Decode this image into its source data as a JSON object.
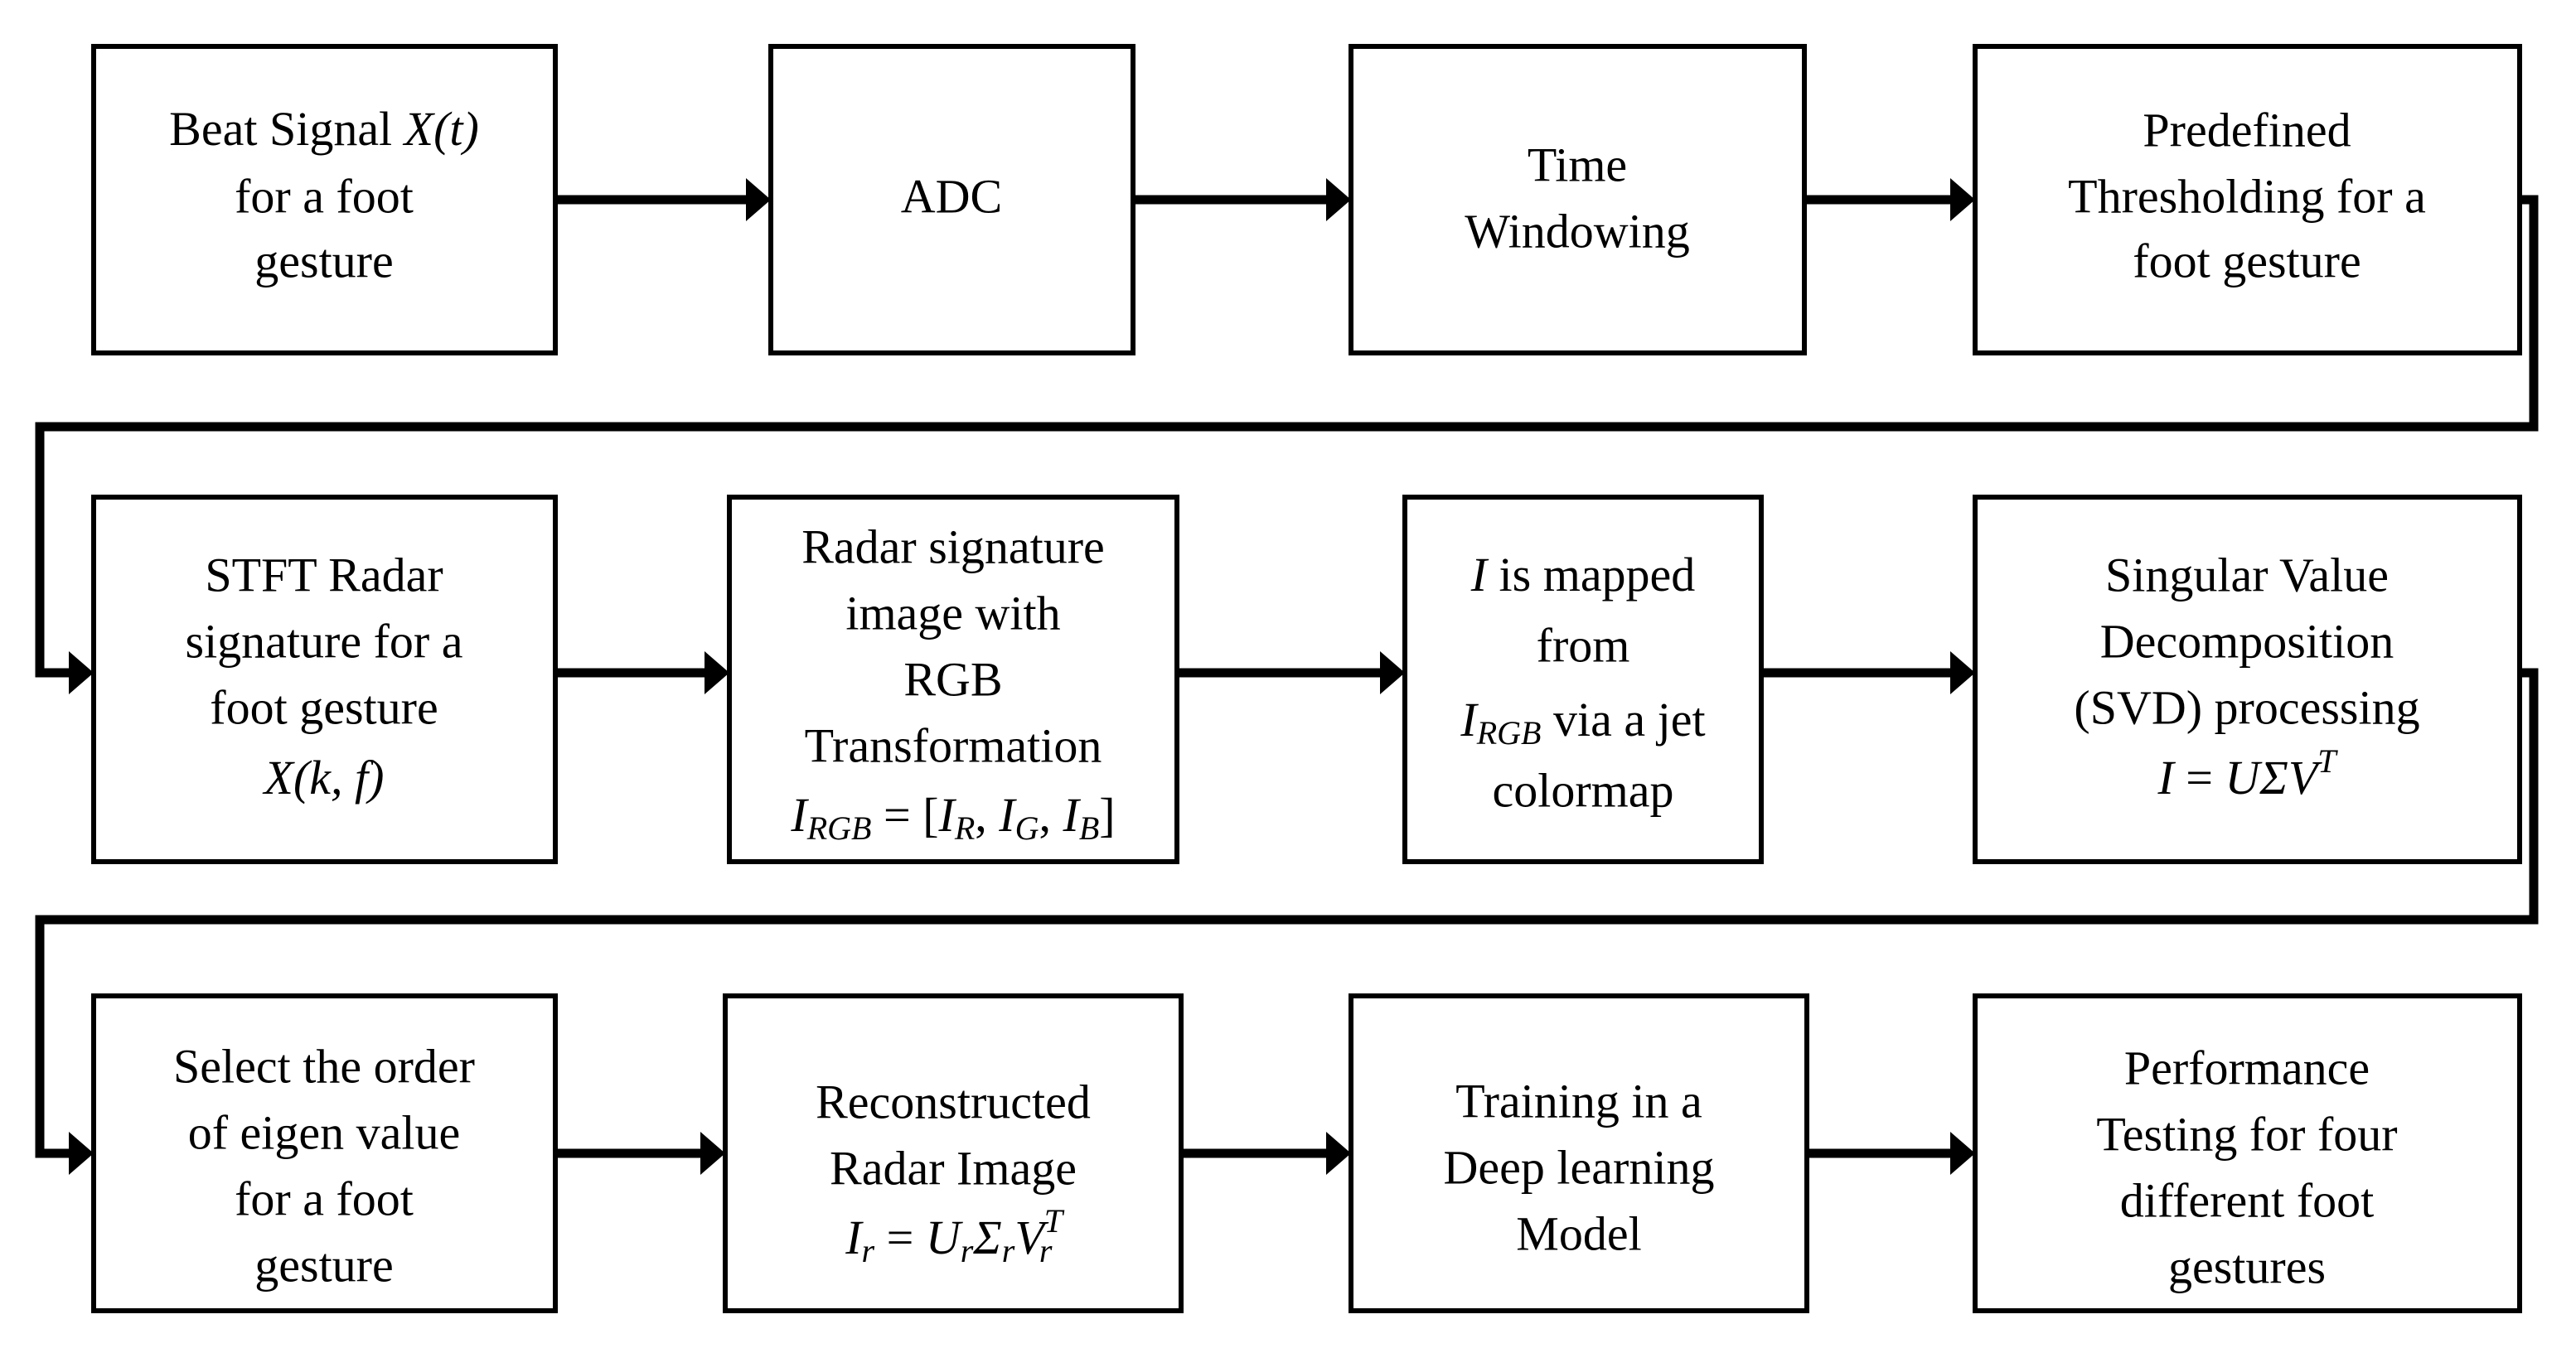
{
  "diagram": {
    "title": "Radar foot-gesture recognition processing pipeline",
    "type": "flowchart",
    "background_color": "#ffffff",
    "line_color": "#000000",
    "box_fill": "#ffffff",
    "rows": 3,
    "columns": 4,
    "nodes": [
      {
        "id": "beat-signal",
        "row": 1,
        "col": 1,
        "lines": [
          "Beat Signal X(t)",
          "for a foot",
          "gesture"
        ],
        "line1_pre": "Beat Signal ",
        "line1_math": "X(t)",
        "line2": "for a foot",
        "line3": "gesture"
      },
      {
        "id": "adc",
        "row": 1,
        "col": 2,
        "lines": [
          "ADC"
        ],
        "line1": "ADC"
      },
      {
        "id": "time-windowing",
        "row": 1,
        "col": 3,
        "lines": [
          "Time",
          "Windowing"
        ],
        "line1": "Time",
        "line2": "Windowing"
      },
      {
        "id": "predefined-thresholding",
        "row": 1,
        "col": 4,
        "lines": [
          "Predefined",
          "Thresholding for a",
          "foot gesture"
        ],
        "line1": "Predefined",
        "line2": "Thresholding for a",
        "line3": "foot gesture"
      },
      {
        "id": "stft-radar-signature",
        "row": 2,
        "col": 1,
        "lines": [
          "STFT Radar",
          "signature for a",
          "foot gesture",
          "X(k, f)"
        ],
        "line1": "STFT Radar",
        "line2": "signature for a",
        "line3": "foot gesture",
        "line4_math": "X(k, f)"
      },
      {
        "id": "rgb-transformation",
        "row": 2,
        "col": 2,
        "lines": [
          "Radar signature",
          "image with",
          "RGB",
          "Transformation",
          "I_RGB = [I_R, I_G, I_B]"
        ],
        "line1": "Radar signature",
        "line2": "image with",
        "line3": "RGB",
        "line4": "Transformation",
        "formula": {
          "lhs": "I",
          "lhs_sub": "RGB",
          "eq": " = [",
          "t1": "I",
          "t1_sub": "R",
          "c1": ", ",
          "t2": "I",
          "t2_sub": "G",
          "c2": ", ",
          "t3": "I",
          "t3_sub": "B",
          "close": "]"
        }
      },
      {
        "id": "jet-colormap-mapping",
        "row": 2,
        "col": 3,
        "lines": [
          "I  is mapped",
          "from",
          "I_RGB via a jet",
          "colormap"
        ],
        "line1_math": "I",
        "line1_rest": "  is mapped",
        "line2": "from",
        "line3_math": "I",
        "line3_sub": "RGB",
        "line3_rest": " via a jet",
        "line4": "colormap"
      },
      {
        "id": "svd-processing",
        "row": 2,
        "col": 4,
        "lines": [
          "Singular Value",
          "Decomposition",
          "(SVD) processing",
          "I = UΣV^T"
        ],
        "line1": "Singular Value",
        "line2": "Decomposition",
        "line3": "(SVD) processing",
        "formula": {
          "lhs": "I",
          "eq": " = ",
          "u": "U",
          "sigma": "Σ",
          "v": "V",
          "sup": "T"
        }
      },
      {
        "id": "select-eigen-order",
        "row": 3,
        "col": 1,
        "lines": [
          "Select the order",
          "of eigen value",
          "for a foot",
          "gesture"
        ],
        "line1": "Select the order",
        "line2": "of eigen value",
        "line3": "for a foot",
        "line4": "gesture"
      },
      {
        "id": "reconstructed-radar-image",
        "row": 3,
        "col": 2,
        "lines": [
          "Reconstructed",
          "Radar Image",
          "I_r = U_r Σ_r V_r^T"
        ],
        "line1": "Reconstructed",
        "line2": "Radar Image",
        "formula": {
          "lhs": "I",
          "lhs_sub": "r",
          "eq": " = ",
          "u": "U",
          "u_sub": "r",
          "sigma": "Σ",
          "sigma_sub": "r",
          "v": "V",
          "v_sub": "r",
          "v_sup": "T"
        }
      },
      {
        "id": "deep-learning-training",
        "row": 3,
        "col": 3,
        "lines": [
          "Training in a",
          "Deep learning",
          "Model"
        ],
        "line1": "Training in a",
        "line2": "Deep learning",
        "line3": "Model"
      },
      {
        "id": "performance-testing",
        "row": 3,
        "col": 4,
        "lines": [
          "Performance",
          "Testing for four",
          "different foot",
          "gestures"
        ],
        "line1": "Performance",
        "line2": "Testing for four",
        "line3": "different foot",
        "line4": "gestures"
      }
    ],
    "edges": [
      {
        "id": "e1",
        "from": "beat-signal",
        "to": "adc",
        "kind": "straight-right"
      },
      {
        "id": "e2",
        "from": "adc",
        "to": "time-windowing",
        "kind": "straight-right"
      },
      {
        "id": "e3",
        "from": "time-windowing",
        "to": "predefined-thresholding",
        "kind": "straight-right"
      },
      {
        "id": "e4",
        "from": "predefined-thresholding",
        "to": "stft-radar-signature",
        "kind": "wrap-down"
      },
      {
        "id": "e5",
        "from": "stft-radar-signature",
        "to": "rgb-transformation",
        "kind": "straight-right"
      },
      {
        "id": "e6",
        "from": "rgb-transformation",
        "to": "jet-colormap-mapping",
        "kind": "straight-right"
      },
      {
        "id": "e7",
        "from": "jet-colormap-mapping",
        "to": "svd-processing",
        "kind": "straight-right"
      },
      {
        "id": "e8",
        "from": "svd-processing",
        "to": "select-eigen-order",
        "kind": "wrap-down"
      },
      {
        "id": "e9",
        "from": "select-eigen-order",
        "to": "reconstructed-radar-image",
        "kind": "straight-right"
      },
      {
        "id": "e10",
        "from": "reconstructed-radar-image",
        "to": "deep-learning-training",
        "kind": "straight-right"
      },
      {
        "id": "e11",
        "from": "deep-learning-training",
        "to": "performance-testing",
        "kind": "straight-right"
      }
    ]
  }
}
